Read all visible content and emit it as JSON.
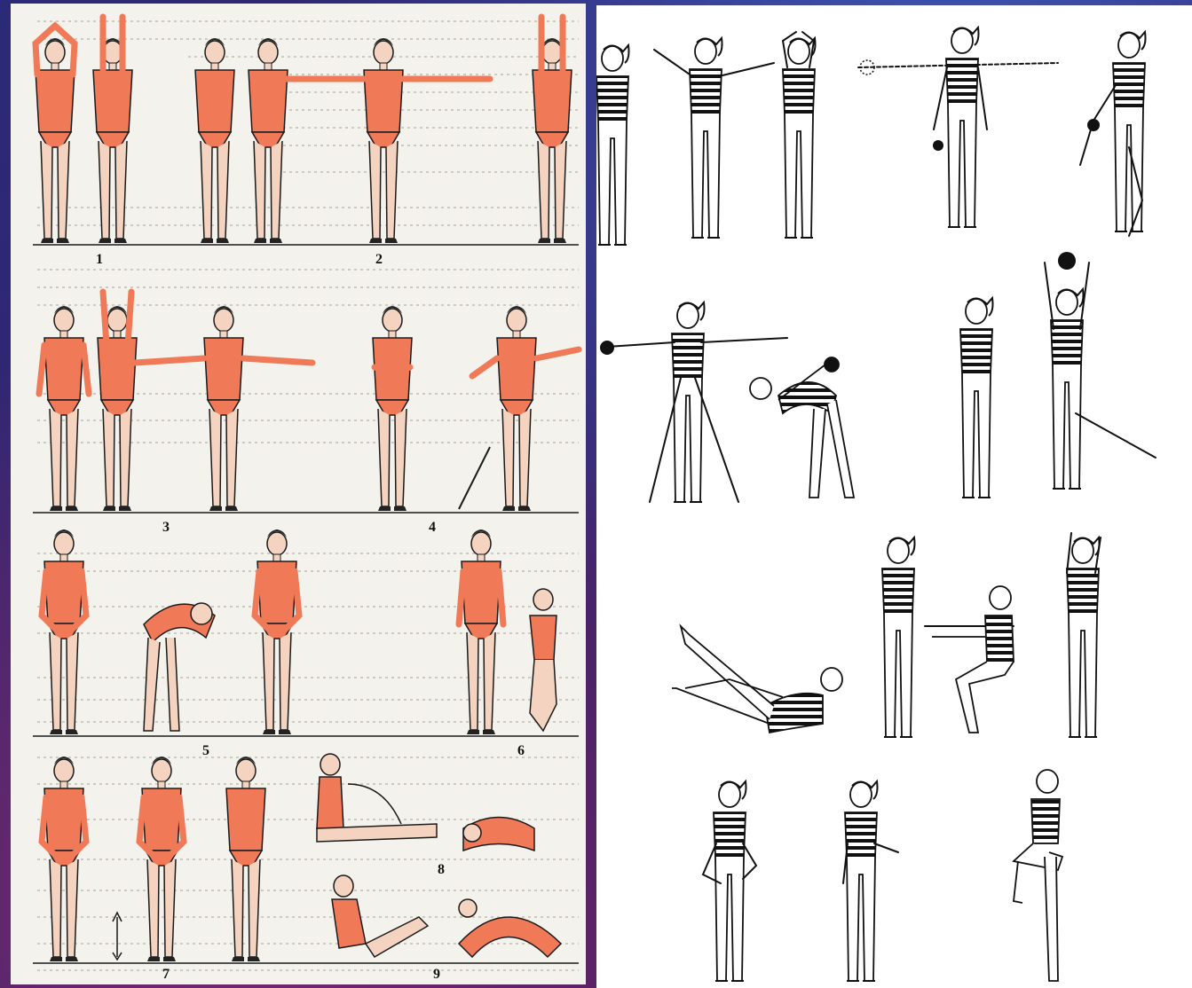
{
  "left_panel": {
    "colors": {
      "suit": "#f07a58",
      "skin": "#f4d3c0",
      "hair": "#222222",
      "line": "#1a1a1a",
      "paper": "#f4f2ec"
    },
    "figure_labels": [
      "1",
      "2",
      "3",
      "4",
      "5",
      "6",
      "7",
      "8",
      "9"
    ]
  },
  "right_panel": {
    "colors": {
      "stripe": "#111111",
      "line": "#111111",
      "paper": "#ffffff"
    }
  },
  "background": {
    "colors": [
      "#2b2a78",
      "#3b1f66",
      "#5d1f5a"
    ]
  }
}
